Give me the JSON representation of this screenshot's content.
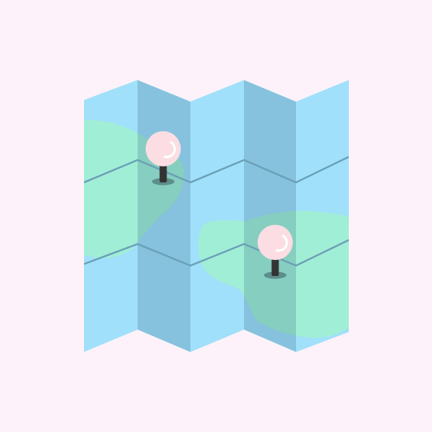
{
  "colors": {
    "background": "#fdf2f9",
    "water": "#a0e0fa",
    "land": "#a0eed6",
    "fold_shadow": "#0f3c5a",
    "fold_line": "#6a9fb6",
    "pin_head": "#fbdde3",
    "pin_highlight": "#ffffff",
    "pin_stem": "#333333",
    "pin_shadow": "#3b5a62"
  },
  "icons": {
    "map": "folded-map-icon",
    "pin": "location-pin-icon"
  },
  "map": {
    "panel_count": 5,
    "shaded_panels": [
      1,
      3
    ],
    "markers": [
      {
        "name": "marker-1",
        "icon": "location-pin-icon"
      },
      {
        "name": "marker-2",
        "icon": "location-pin-icon"
      }
    ]
  }
}
